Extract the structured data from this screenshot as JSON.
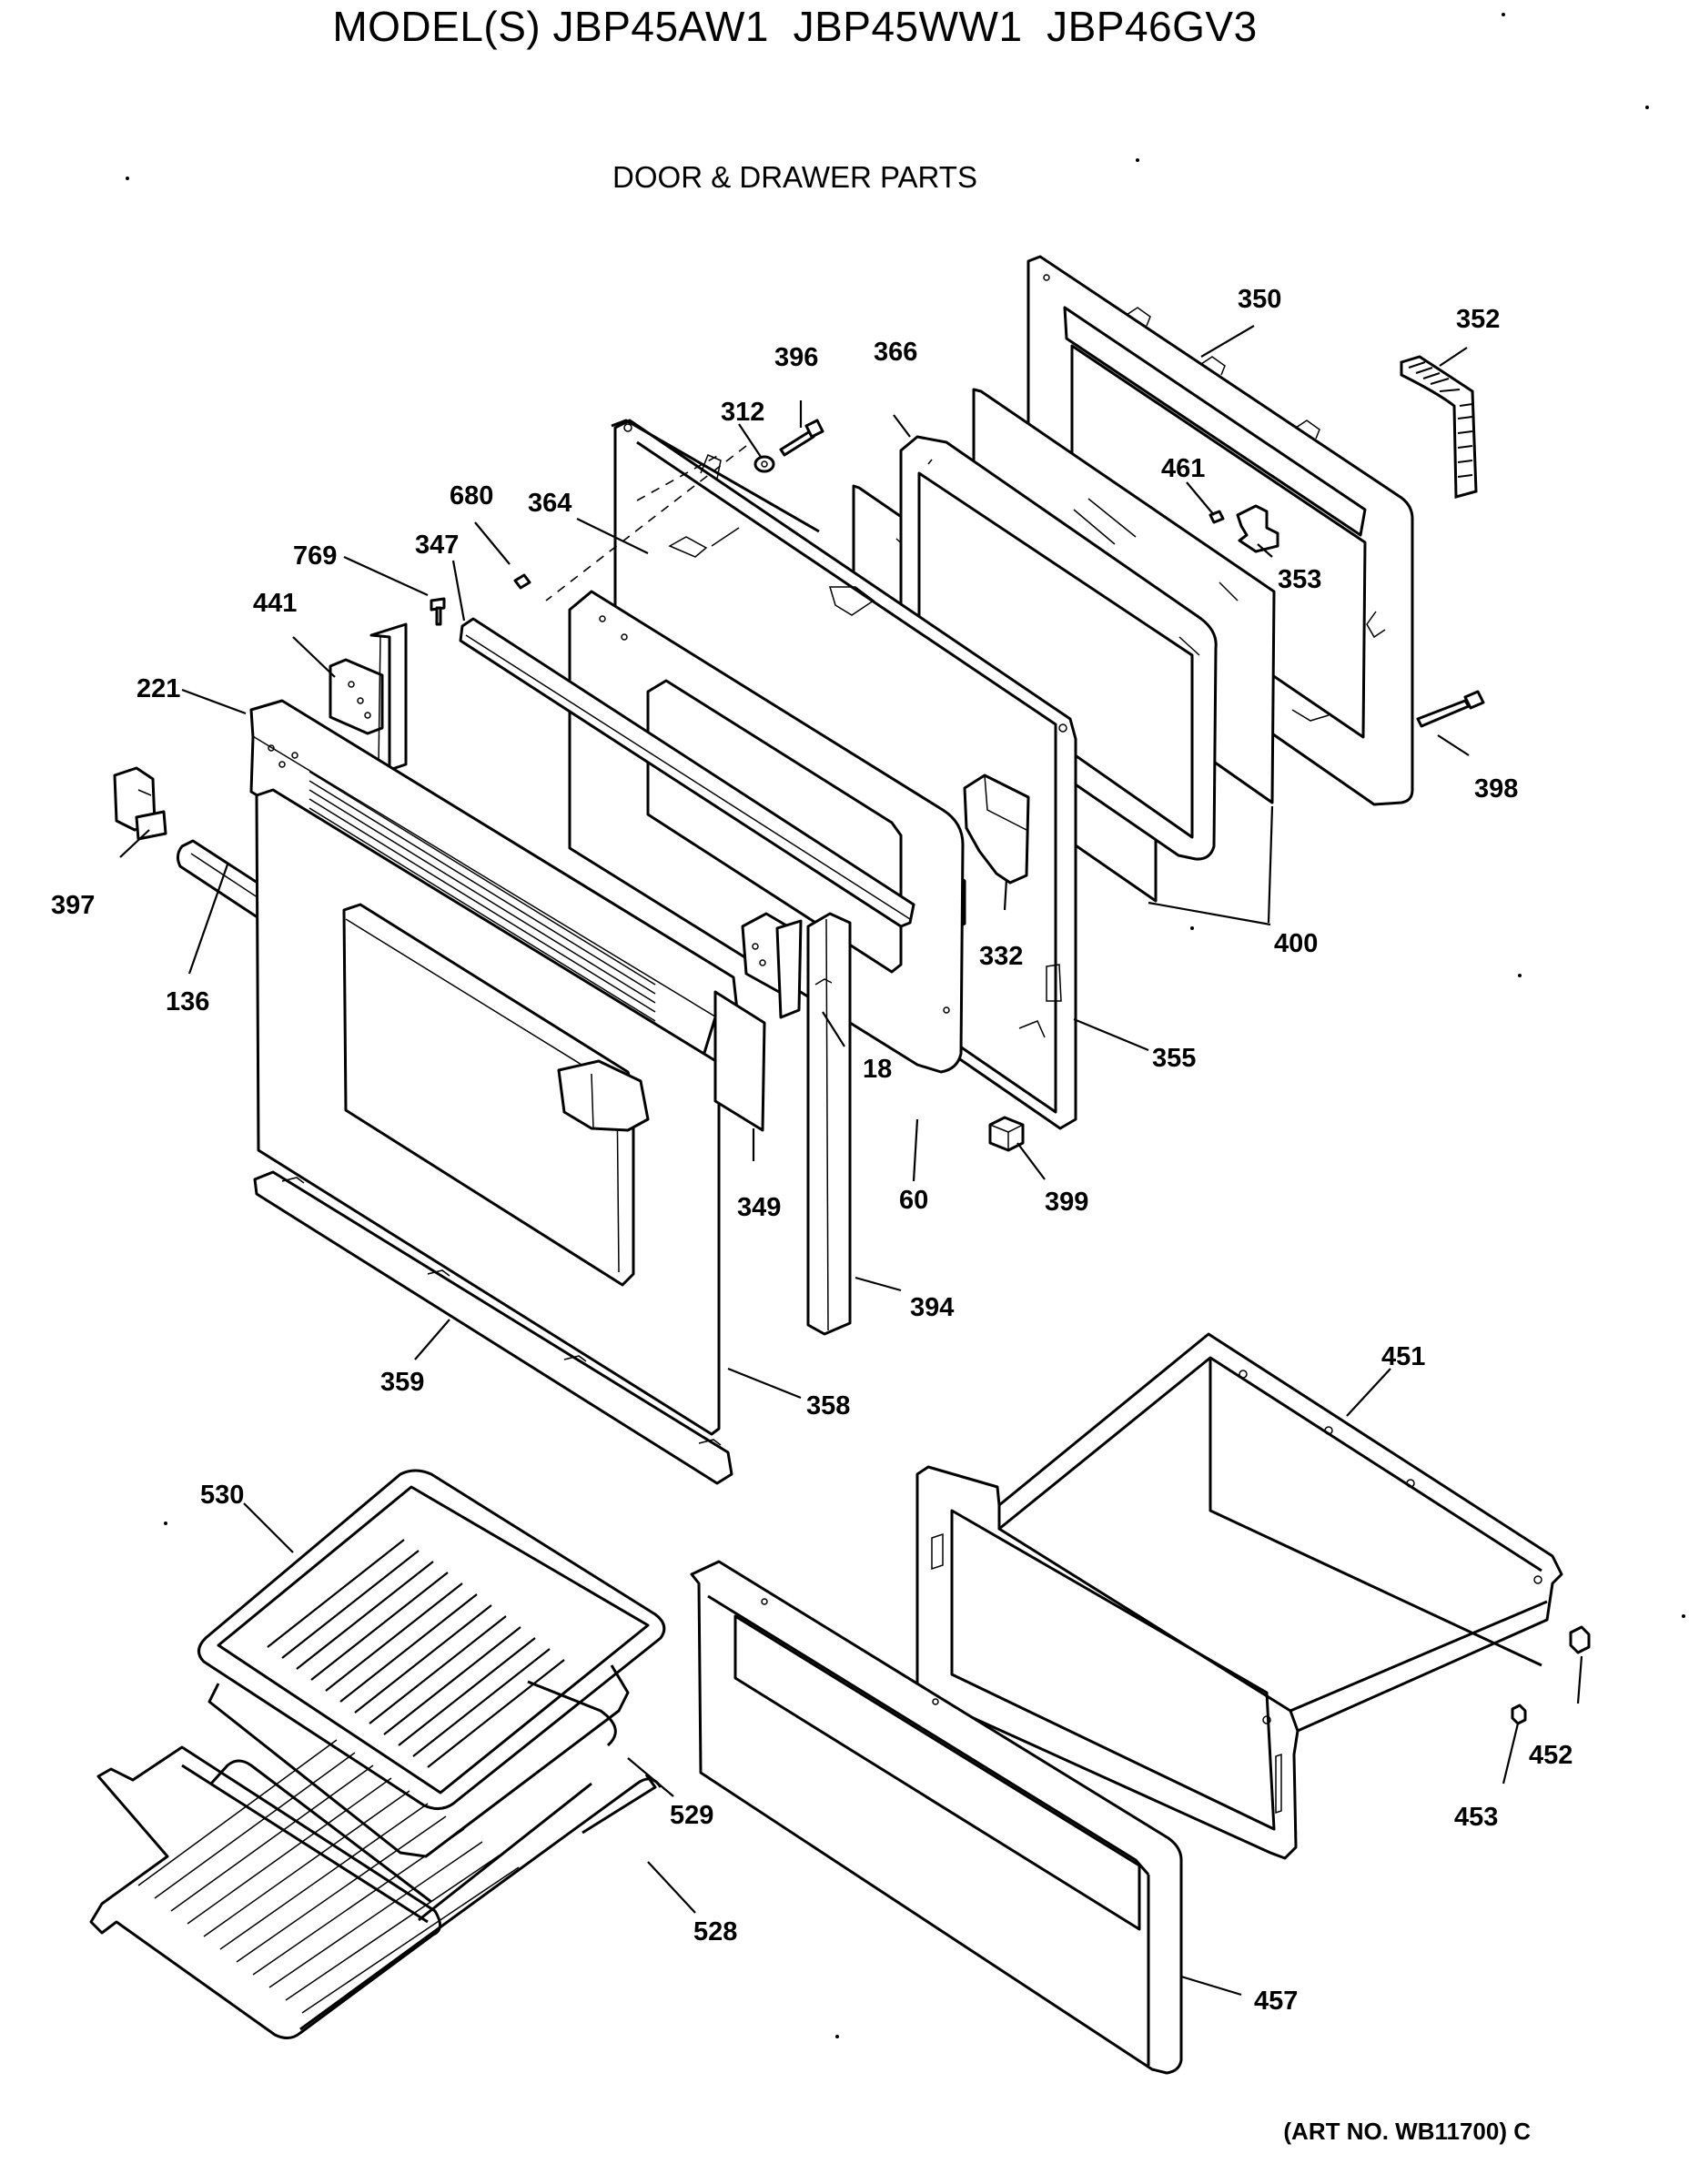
{
  "header": {
    "model_title": "MODEL(S) JBP45AW1  JBP45WW1  JBP46GV3",
    "section_title": "DOOR & DRAWER PARTS"
  },
  "footer": {
    "art_number": "(ART NO. WB11700) C"
  },
  "callouts": {
    "c350": "350",
    "c352": "352",
    "c396": "396",
    "c366": "366",
    "c312": "312",
    "c461": "461",
    "c680": "680",
    "c364": "364",
    "c353": "353",
    "c769": "769",
    "c347": "347",
    "c441": "441",
    "c221": "221",
    "c398": "398",
    "c397": "397",
    "c400": "400",
    "c332": "332",
    "c136": "136",
    "c18": "18",
    "c355": "355",
    "c349": "349",
    "c360": "60",
    "c399": "399",
    "c394": "394",
    "c359": "359",
    "c358": "358",
    "c451": "451",
    "c530": "530",
    "c452": "452",
    "c453": "453",
    "c529": "529",
    "c528": "528",
    "c457": "457"
  }
}
